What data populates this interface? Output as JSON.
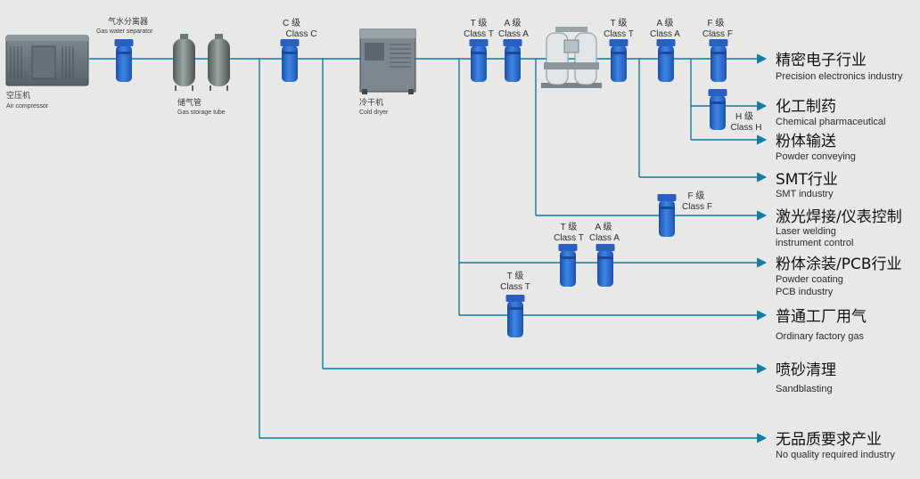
{
  "colors": {
    "pipe": "#0b7ea1",
    "filter": "#2b6fd1",
    "background": "#e8e8e7"
  },
  "equipment": {
    "air_compressor": {
      "zh": "空压机",
      "en": "Air compressor"
    },
    "separator": {
      "zh": "气水分离器",
      "en": "Gas water separator"
    },
    "storage": {
      "zh": "储气管",
      "en": "Gas storage tube"
    },
    "cold_dryer": {
      "zh": "冷干机",
      "en": "Cold dryer"
    }
  },
  "filters": {
    "c_main": {
      "zh": "C 级",
      "en": "Class C"
    },
    "t_main": {
      "zh": "T 级",
      "en": "Class T"
    },
    "a_main": {
      "zh": "A 级",
      "en": "Class A"
    },
    "t_after": {
      "zh": "T 级",
      "en": "Class T"
    },
    "a_after": {
      "zh": "A 级",
      "en": "Class A"
    },
    "f_after": {
      "zh": "F 级",
      "en": "Class F"
    },
    "h_branch": {
      "zh": "H 级",
      "en": "Class H"
    },
    "f_laser": {
      "zh": "F 级",
      "en": "Class F"
    },
    "t_powder": {
      "zh": "T 级",
      "en": "Class T"
    },
    "a_powder": {
      "zh": "A 级",
      "en": "Class A"
    },
    "t_general": {
      "zh": "T 级",
      "en": "Class T"
    }
  },
  "outputs": [
    {
      "zh": "精密电子行业",
      "en": [
        "Precision electronics industry"
      ]
    },
    {
      "zh": "化工制药",
      "en": [
        "Chemical pharmaceutical"
      ]
    },
    {
      "zh": "粉体输送",
      "en": [
        "Powder conveying"
      ]
    },
    {
      "zh": "SMT行业",
      "en": [
        "SMT industry"
      ]
    },
    {
      "zh": "激光焊接/仪表控制",
      "en": [
        "Laser welding",
        "instrument control"
      ]
    },
    {
      "zh": "粉体涂装/PCB行业",
      "en": [
        "Powder coating",
        "PCB industry"
      ]
    },
    {
      "zh": "普通工厂用气",
      "en": [
        "Ordinary factory gas"
      ]
    },
    {
      "zh": "喷砂清理",
      "en": [
        "Sandblasting"
      ]
    },
    {
      "zh": "无品质要求产业",
      "en": [
        "No quality required industry"
      ]
    }
  ]
}
